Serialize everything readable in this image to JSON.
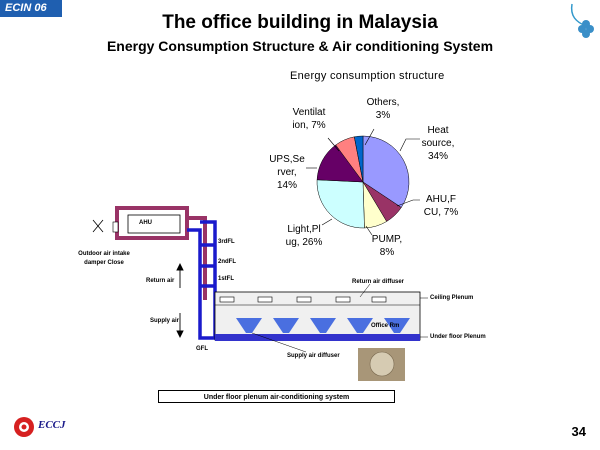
{
  "header": {
    "tag": "ECIN 06",
    "title": "The office building in Malaysia",
    "subtitle": "Energy Consumption Structure &  Air conditioning System"
  },
  "chart_data": {
    "type": "pie",
    "title": "Energy consumption structure",
    "slices": [
      {
        "label": "Heat source, 34%",
        "value": 34,
        "color": "#9999ff"
      },
      {
        "label": "AHU,FCU, 7%",
        "value": 7,
        "color": "#993366"
      },
      {
        "label": "PUMP, 8%",
        "value": 8,
        "color": "#ffffcc"
      },
      {
        "label": "Light,Plug, 26%",
        "value": 26,
        "color": "#ccffff"
      },
      {
        "label": "UPS,Server, 14%",
        "value": 14,
        "color": "#660066"
      },
      {
        "label": "Ventilation, 7%",
        "value": 7,
        "color": "#ff8080"
      },
      {
        "label": "Others, 3%",
        "value": 3,
        "color": "#0066cc"
      }
    ],
    "label_lines": {
      "heat": [
        "Heat",
        "source,",
        "34%"
      ],
      "ahu": [
        "AHU,F",
        "CU, 7%"
      ],
      "pump": [
        "PUMP,",
        "8%"
      ],
      "light": [
        "Light,Pl",
        "ug, 26%"
      ],
      "ups": [
        "UPS,Se",
        "rver,",
        "14%"
      ],
      "vent": [
        "Ventilat",
        "ion, 7%"
      ],
      "others": [
        "Others,",
        "3%"
      ]
    }
  },
  "diagram": {
    "ahu": "AHU",
    "floor3": "3rdFL",
    "floor2": "2ndFL",
    "floor1": "1stFL",
    "gfl": "GFL",
    "outdoor": [
      "Outdoor air intake",
      "damper Close"
    ],
    "return_air": "Return air",
    "supply_air": "Supply air",
    "return_diffuser": "Return air diffuser",
    "ceiling_plenum": "Ceiling Plenum",
    "office_rm": "Office Rm",
    "underfloor_plenum": "Under floor Plenum",
    "supply_diffuser": "Supply air diffuser",
    "caption": "Under floor plenum air-conditioning system"
  },
  "footer": {
    "org": "ECCJ",
    "page": "34"
  }
}
